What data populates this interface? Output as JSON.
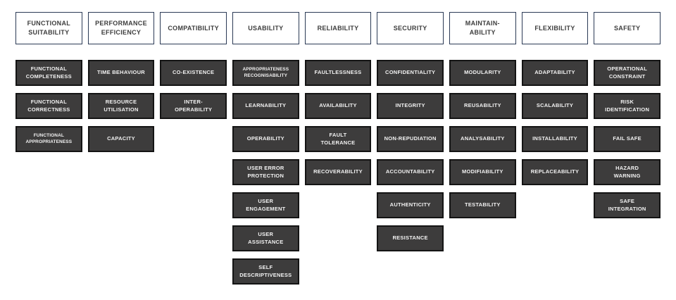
{
  "title": "Software product quality model characteristics",
  "colors": {
    "background": "#ffffff",
    "header_border": "#2b3a55",
    "header_text": "#3d3d3d",
    "box_fill": "#3d3c3c",
    "box_border": "#141414",
    "box_text": "#f2f2f2"
  },
  "columns": [
    {
      "header": "FUNCTIONAL\nSUITABILITY",
      "items": [
        "FUNCTIONAL\nCOMPLETENESS",
        "FUNCTIONAL\nCORRECTNESS",
        "FUNCTIONAL\nAPPROPRIATENESS"
      ]
    },
    {
      "header": "PERFORMANCE\nEFFICIENCY",
      "items": [
        "TIME BEHAVIOUR",
        "RESOURCE\nUTILISATION",
        "CAPACITY"
      ]
    },
    {
      "header": "COMPATIBILITY",
      "items": [
        "CO-EXISTENCE",
        "INTER-\nOPERABILITY"
      ]
    },
    {
      "header": "USABILITY",
      "items": [
        "APPROPRIATENESS\nRECOGNISABILITY",
        "LEARNABILITY",
        "OPERABILITY",
        "USER ERROR\nPROTECTION",
        "USER\nENGAGEMENT",
        "USER\nASSISTANCE",
        "SELF\nDESCRIPTIVENESS"
      ]
    },
    {
      "header": "RELIABILITY",
      "items": [
        "FAULTLESSNESS",
        "AVAILABILITY",
        "FAULT\nTOLERANCE",
        "RECOVERABILITY"
      ]
    },
    {
      "header": "SECURITY",
      "items": [
        "CONFIDENTIALITY",
        "INTEGRITY",
        "NON-REPUDIATION",
        "ACCOUNTABILITY",
        "AUTHENTICITY",
        "RESISTANCE"
      ]
    },
    {
      "header": "MAINTAIN-\nABILITY",
      "items": [
        "MODULARITY",
        "REUSABILITY",
        "ANALYSABILITY",
        "MODIFIABILITY",
        "TESTABILITY"
      ]
    },
    {
      "header": "FLEXIBILITY",
      "items": [
        "ADAPTABILITY",
        "SCALABILITY",
        "INSTALLABILITY",
        "REPLACEABILITY"
      ]
    },
    {
      "header": "SAFETY",
      "items": [
        "OPERATIONAL\nCONSTRAINT",
        "RISK\nIDENTIFICATION",
        "FAIL SAFE",
        "HAZARD\nWARNING",
        "SAFE\nINTEGRATION"
      ]
    }
  ]
}
